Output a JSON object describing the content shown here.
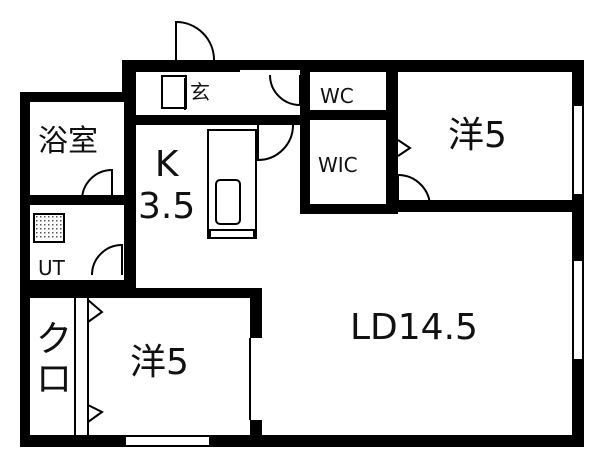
{
  "floorplan": {
    "rooms": {
      "bath": "浴室",
      "kitchen_letter": "K",
      "kitchen_size": "3.5",
      "utility": "UT",
      "entrance": "玄",
      "toilet": "WC",
      "walk_in_closet": "WIC",
      "western_room_top": "洋5",
      "living_dining": "LD14.5",
      "western_room_bottom": "洋5",
      "closet_top": "ク",
      "closet_bottom": "ロ"
    },
    "colors": {
      "wall": "#000000",
      "background": "#ffffff",
      "hatch": "#555555"
    }
  }
}
